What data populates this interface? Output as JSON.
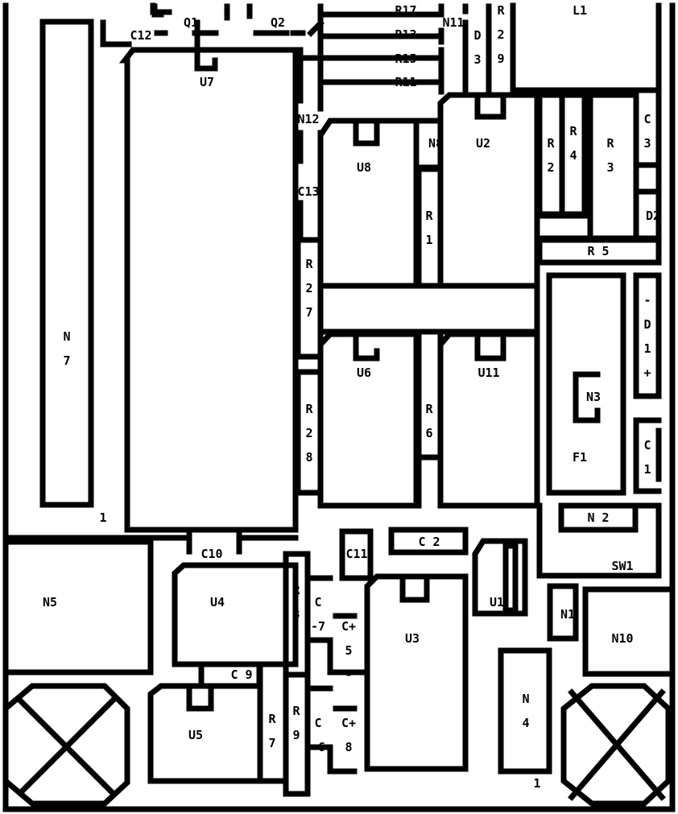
{
  "colors": {
    "ink": "#000000",
    "paper": "#ffffff"
  },
  "labels": {
    "Q1": "Q1",
    "Q2": "Q2",
    "R17": "R17",
    "N11": "N11",
    "R13": "R13",
    "R15": "R15",
    "R11": "R11",
    "L1": "L1",
    "C12": "C12",
    "U7": "U7",
    "N12": "N12",
    "N8": "N8",
    "U2": "U2",
    "U8": "U8",
    "C13": "C13",
    "R1": "R\n1",
    "R2": "R\n2",
    "R4": "R\n4",
    "R3": "R\n3",
    "C3": "C\n3",
    "D2": "D2",
    "R5": "R 5",
    "R27": "R\n2\n7",
    "N7": "N\n7",
    "D1": "-\nD\n1\n+",
    "U6": "U6",
    "U11": "U11",
    "R6": "R\n6",
    "N3": "N3",
    "F1": "F1",
    "C1": "C\n1",
    "R28": "R\n2\n8",
    "N2": "N 2",
    "C10": "C10",
    "C11": "C11",
    "C2": "C 2",
    "SW1": "SW1",
    "N5": "N5",
    "U4": "U4",
    "R8": "R\n8",
    "C7": "C\n-7",
    "C5": "C+\n5\n-",
    "U3": "U3",
    "U1": "U1",
    "N1": "N1",
    "N10": "N10",
    "C9": "C 9",
    "U5": "U5",
    "R7": "R\n7",
    "R9": "R\n9",
    "C6": "C\n-6",
    "C8": "C+\n8\n-",
    "N4": "N\n4",
    "D3": "D\n3",
    "R29": "R\n2\n9",
    "pin1_left": "1",
    "pin1_right": "1",
    "plus": "+",
    "minus": "-"
  }
}
